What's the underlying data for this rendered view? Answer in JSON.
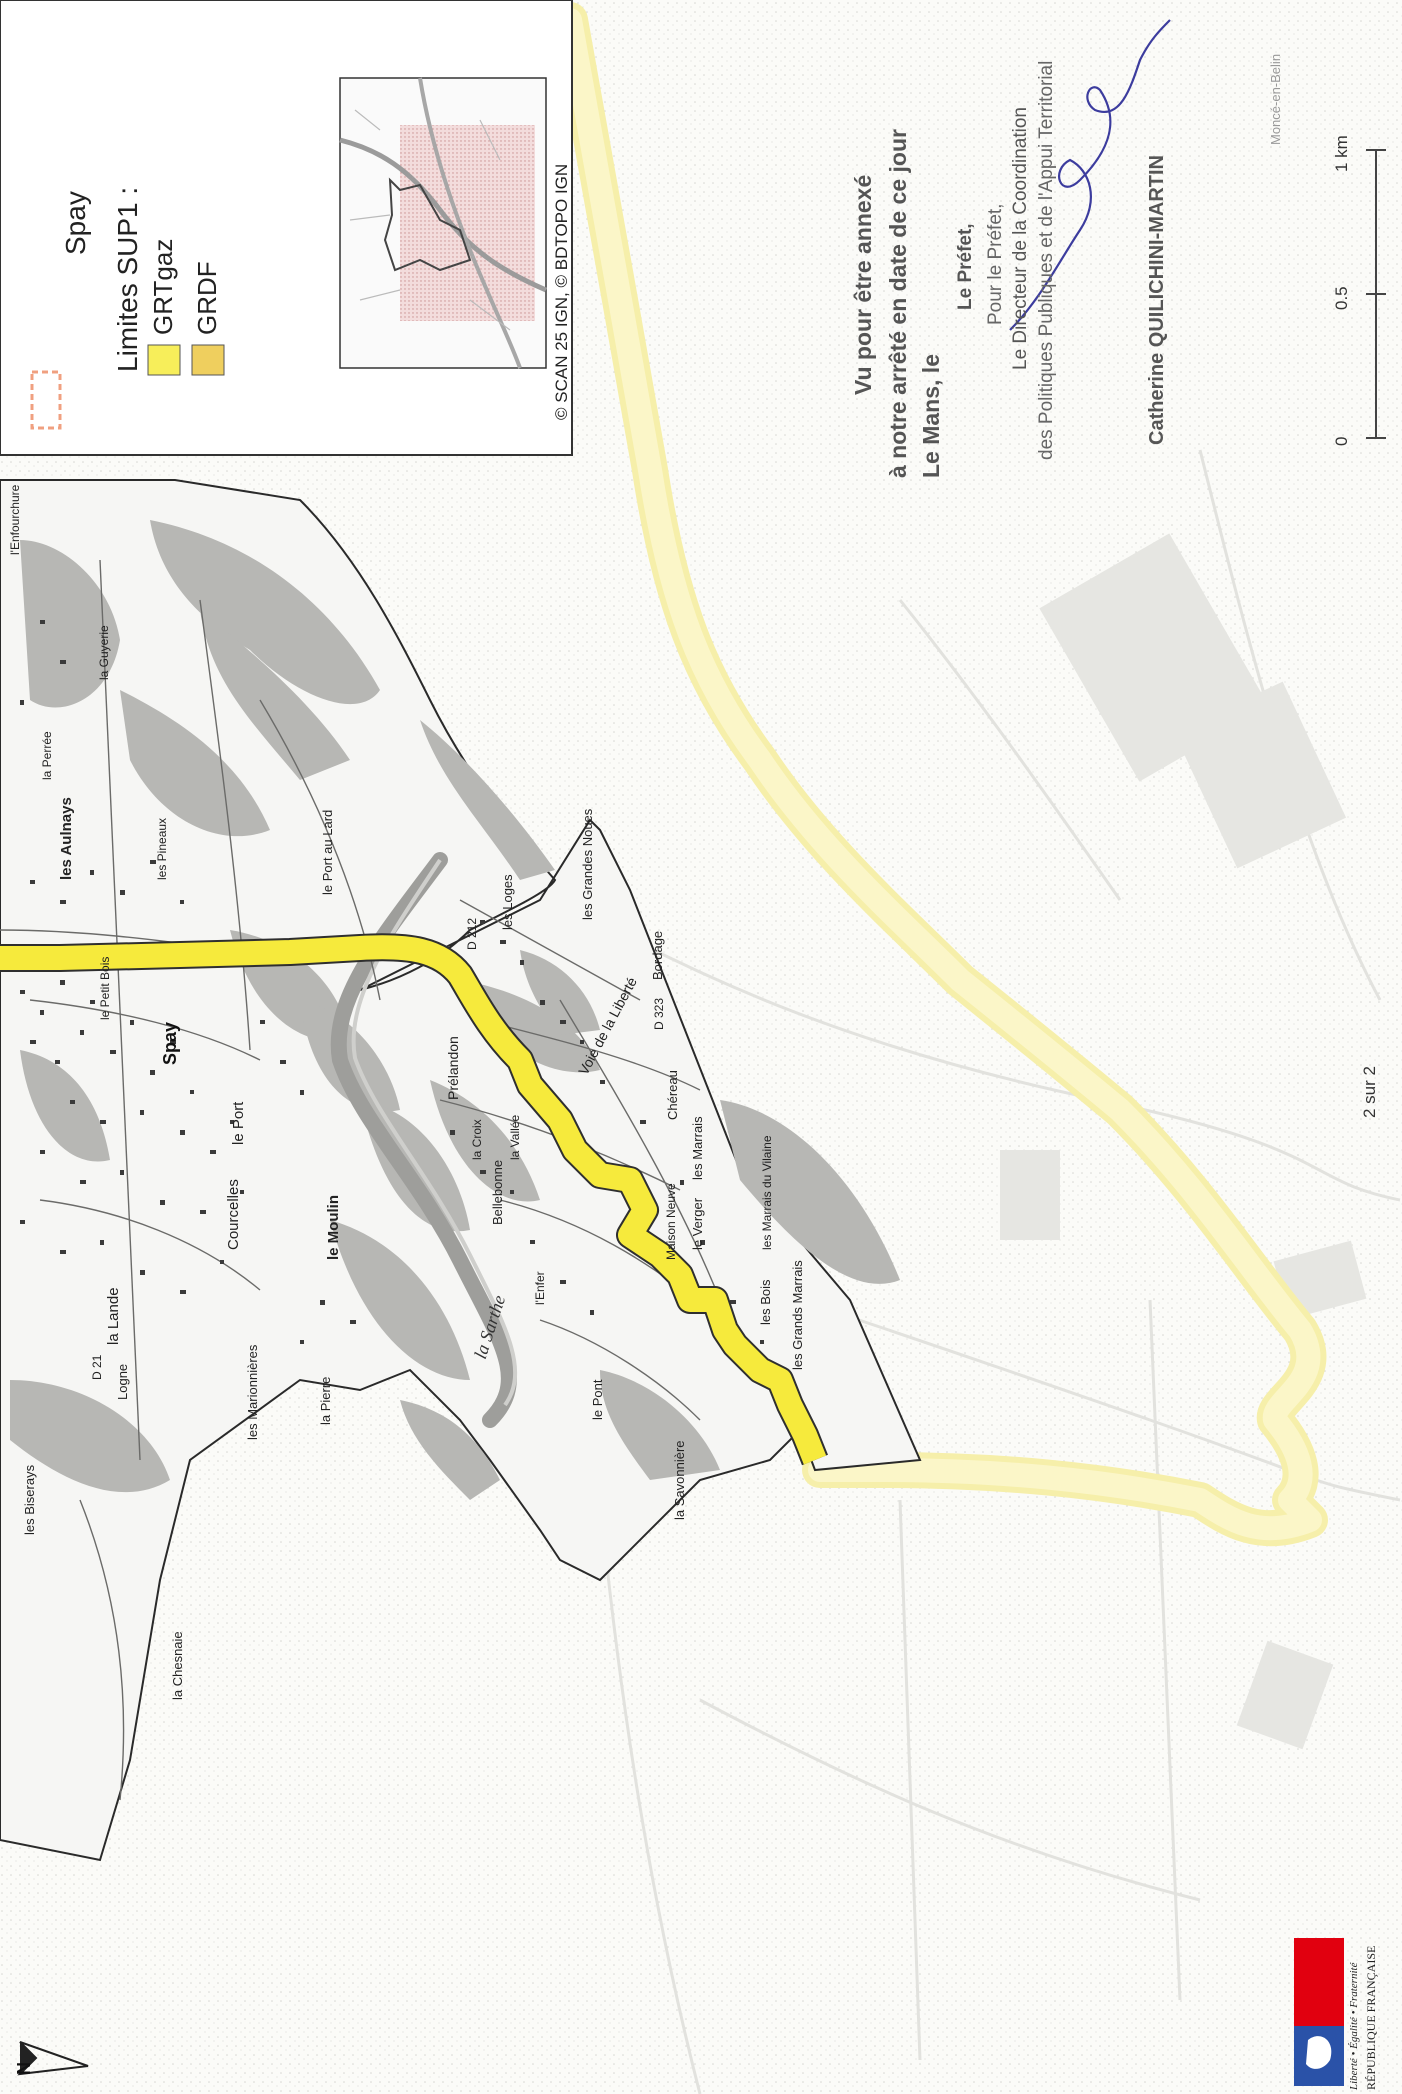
{
  "legend": {
    "commune": "Spay",
    "title": "Limites SUP1 :",
    "items": [
      {
        "label": "GRTgaz",
        "color": "#f7ee5a"
      },
      {
        "label": "GRDF",
        "color": "#efcf5e"
      }
    ],
    "credits": "© SCAN 25 IGN, © BDTOPO IGN"
  },
  "stamp": {
    "line1": "Vu pour être annexé",
    "line2": "à notre arrêté en date de ce jour",
    "line3": "Le Mans, le",
    "prefet": "Le Préfet,",
    "pour": "Pour le Préfet,",
    "directeur": "Le Directeur de la Coordination",
    "politiques": "des Politiques Publiques et de l'Appui Territorial",
    "signatory": "Catherine QUILICHINI-MARTIN"
  },
  "scale": {
    "ticks": [
      "0",
      "0.5",
      "1 km"
    ]
  },
  "page_number": "2 sur 2",
  "north": "N",
  "republic": {
    "line1": "Liberté • Égalité • Fraternité",
    "line2": "RÉPUBLIQUE FRANÇAISE"
  },
  "place_labels": {
    "spay": "Spay",
    "le_port": "le Port",
    "courcelles": "Courcelles",
    "le_moulin": "le Moulin",
    "la_lande": "la Lande",
    "logne": "Logne",
    "les_aulnays": "les Aulnays",
    "le_port_au_lard": "le Port au Lard",
    "les_grandes_noues": "les Grandes Noues",
    "bordage": "Bordage",
    "les_loges": "les Loges",
    "voie_de_la_liberte": "Voie de la Liberté",
    "prelandon": "Prélandon",
    "chereau": "Chéreau",
    "les_marrais": "les Marrais",
    "le_verger": "le Verger",
    "les_bois": "les Bois",
    "les_grands_marrais": "les Grands Marrais",
    "la_sarthe": "la Sarthe",
    "le_pont": "le Pont",
    "la_savonniere": "la Savonnière",
    "la_pierre": "la Pierre",
    "les_marionnieres": "les Marionnières",
    "la_chesnaie": "la Chesnaie",
    "les_biserays": "les Biserays",
    "belebonne": "Bellebonne",
    "route_d212": "D 212",
    "route_d323": "D 323",
    "route_d21": "D 21",
    "lenfourchure": "l'Enfourchure",
    "moncé_en_belin": "Moncé-en-Belin",
    "le_petit_bois": "le Petit Bois",
    "la_guyerie": "la Guyerie",
    "la_perree": "la Perrée",
    "les_pineaux": "les Pineaux",
    "la_vallee": "la Vallée",
    "lenfer": "l'Enfer",
    "la_croix": "la Croix",
    "les_marrais_du_vilaine": "les Marrais du Vilaine",
    "maison_neuve": "Maison Neuve"
  }
}
